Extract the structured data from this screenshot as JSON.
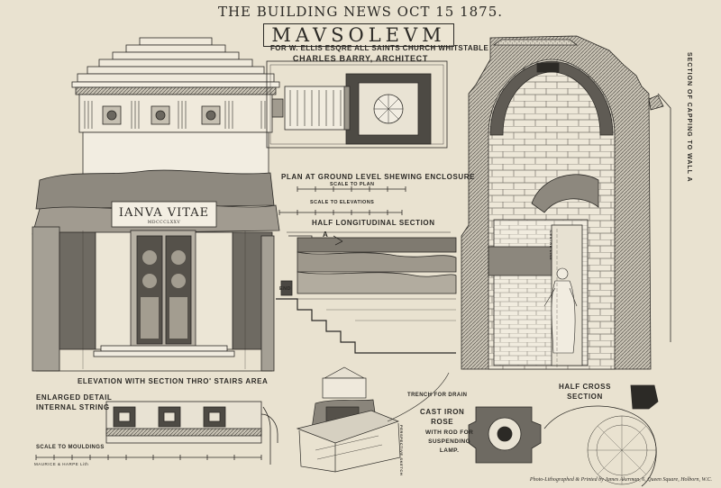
{
  "header": "THE BUILDING NEWS  OCT 15 1875.",
  "title": "MAVSOLEVM",
  "subtitle": "FOR W. ELLIS ESQRE ALL SAINTS CHURCH WHITSTABLE",
  "architect": "CHARLES BARRY, ARCHITECT",
  "inscription": "IANVA VITAE",
  "inscription_date": "MDCCCLXXV",
  "labels": {
    "plan": "PLAN AT GROUND LEVEL SHEWING ENCLOSURE",
    "scale_plan": "SCALE TO PLAN",
    "scale_elev": "SCALE TO ELEVATIONS",
    "long_section": "HALF LONGITUDINAL SECTION",
    "marker_a": "A",
    "end": "END",
    "elevation": "ELEVATION WITH SECTION THRO' STAIRS AREA",
    "detail": "ENLARGED DETAIL\nINTERNAL STRING",
    "scale_mould": "SCALE TO MOULDINGS",
    "maker": "MAURICE & HARPE Lith",
    "trench": "TRENCH FOR DRAIN",
    "half_cross": "HALF CROSS\nSECTION",
    "cast_iron": "CAST IRON\nROSE",
    "rod": "WITH ROD FOR\nSUSPENDING\nLAMP.",
    "capping": "SECTION OF CAPPING TO WALL A",
    "centre": "CENTRE LINE",
    "sketch": "PERSPECTIVE SKETCH"
  },
  "credit": "Photo-Lithographed & Printed by James Akerman, 6, Queen Square, Holborn, W.C.",
  "colors": {
    "paper": "#e9e2d0",
    "ink": "#2c2a26",
    "wash": "#7d7871",
    "dark": "#4b4843"
  }
}
